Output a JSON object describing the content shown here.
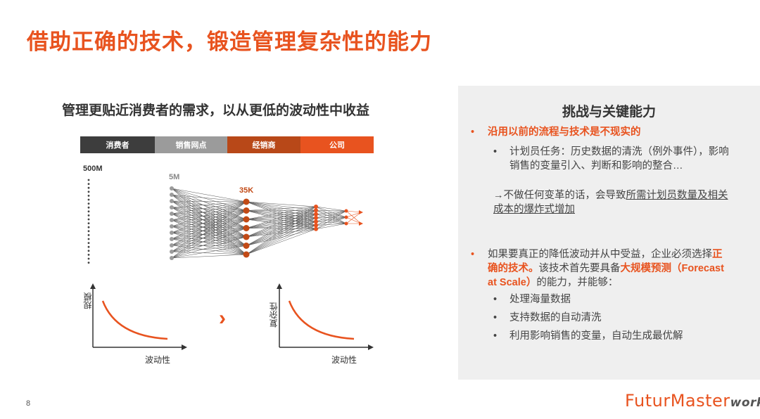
{
  "title": "借助正确的技术，锻造管理复杂性的能力",
  "left": {
    "heading": "管理更贴近消费者的需求，以从更低的波动性中收益",
    "bar": [
      "消费者",
      "销售网点",
      "经销商",
      "公司"
    ],
    "bar_colors": [
      "#3d3d3d",
      "#9b9b9b",
      "#b84818",
      "#e8531f"
    ],
    "label_500m": "500M",
    "label_5m": "5M",
    "label_35k": "35K",
    "chart1": {
      "ylabel": "规模",
      "xlabel": "波动性"
    },
    "chart2": {
      "ylabel": "复杂性",
      "xlabel": "波动性"
    }
  },
  "right": {
    "heading": "挑战与关键能力",
    "b1_title": "沿用以前的流程与技术是不现实的",
    "b1_sub": "计划员任务：历史数据的清洗（例外事件），影响销售的变量引入、判断和影响的整合…",
    "b1_arrow_pre": "→不做任何变革的话，会导致",
    "b1_arrow_u": "所需计划员数量及相关成本的爆炸式增加",
    "b2_p1": "如果要真正的降低波动并从中受益，企业必须选择",
    "b2_o1": "正确的技术。",
    "b2_p2": "该技术首先要具备",
    "b2_o2": "大规模预测",
    "b2_o3": "（Forecast at Scale）",
    "b2_p3": "的能力，并能够：",
    "subs": [
      "处理海量数据",
      "支持数据的自动清洗",
      "利用影响销售的变量，自动生成最优解"
    ]
  },
  "page_number": "8",
  "logo": {
    "main": "FuturMaster",
    "tail": "works"
  }
}
